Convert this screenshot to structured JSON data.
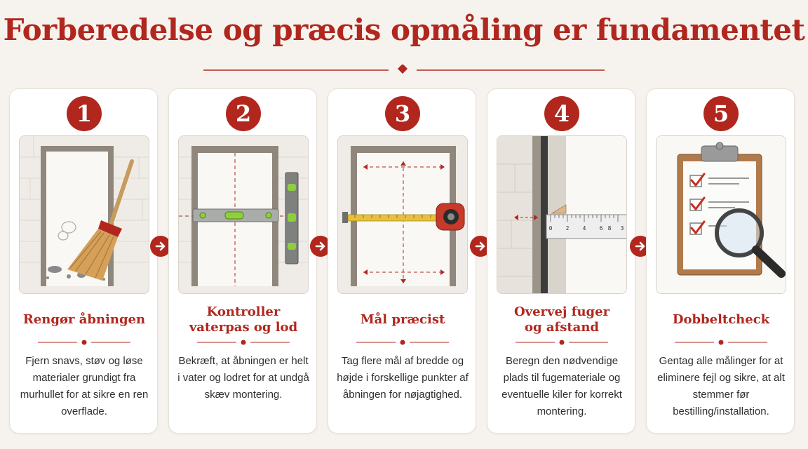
{
  "title": "Forberedelse og præcis opmåling er fundamentet",
  "colors": {
    "accent": "#b1271e",
    "background": "#f6f3ee",
    "card": "#ffffff"
  },
  "steps": [
    {
      "number": "1",
      "title": "Rengør åbningen",
      "description": "Fjern snavs, støv og løse materialer grundigt fra murhullet for at sikre en ren overflade.",
      "icon": "broom-icon"
    },
    {
      "number": "2",
      "title": "Kontroller\nvaterpas og lod",
      "description": "Bekræft, at åbningen er helt i vater og lodret for at undgå skæv montering.",
      "icon": "spirit-level-icon"
    },
    {
      "number": "3",
      "title": "Mål præcist",
      "description": "Tag flere mål af bredde og højde i forskellige punkter af åbningen for nøjagtighed.",
      "icon": "tape-measure-icon"
    },
    {
      "number": "4",
      "title": "Overvej fuger\nog afstand",
      "description": "Beregn den nødvendige plads til fugemateriale og eventuelle kiler for korrekt montering.",
      "icon": "ruler-gap-icon"
    },
    {
      "number": "5",
      "title": "Dobbeltcheck",
      "description": "Gentag alle målinger for at eliminere fejl og sikre, at alt stemmer før bestilling/installation.",
      "icon": "clipboard-magnifier-icon"
    }
  ],
  "ruler_digits": [
    "0",
    "2",
    "4",
    "6",
    "8",
    "3"
  ]
}
